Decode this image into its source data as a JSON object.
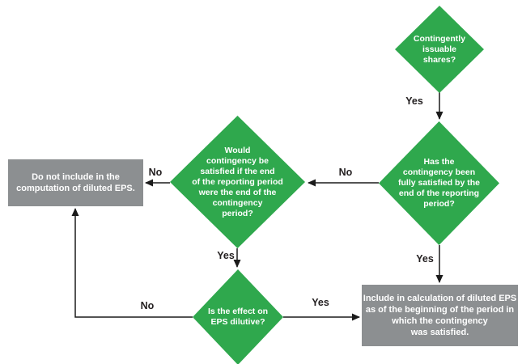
{
  "colors": {
    "decision_fill": "#2fa84d",
    "terminal_fill": "#8c8f91",
    "node_text": "#ffffff",
    "edge_label_text": "#231f20",
    "connector_line": "#1b1b1b"
  },
  "nodes": {
    "start": {
      "type": "decision",
      "label": "Contingently\nissuable\nshares?"
    },
    "fully_satisfied": {
      "type": "decision",
      "label": "Has the\ncontingency been\nfully satisfied by the\nend of the reporting\nperiod?"
    },
    "would_be_satisfied": {
      "type": "decision",
      "label": "Would\ncontingency be\nsatisfied if the end\nof the reporting period\nwere the end of the\ncontingency\nperiod?"
    },
    "effect_dilutive": {
      "type": "decision",
      "label": "Is the effect on\nEPS dilutive?"
    },
    "do_not_include": {
      "type": "terminal",
      "label": "Do not include in the\ncomputation of diluted EPS."
    },
    "include": {
      "type": "terminal",
      "label": "Include in calculation of diluted EPS\nas of the beginning of the period in\nwhich the contingency\nwas satisfied."
    }
  },
  "edge_labels": {
    "start_yes": "Yes",
    "fully_satisfied_no": "No",
    "fully_satisfied_yes": "Yes",
    "would_be_satisfied_no": "No",
    "would_be_satisfied_yes": "Yes",
    "effect_dilutive_no": "No",
    "effect_dilutive_yes": "Yes"
  }
}
